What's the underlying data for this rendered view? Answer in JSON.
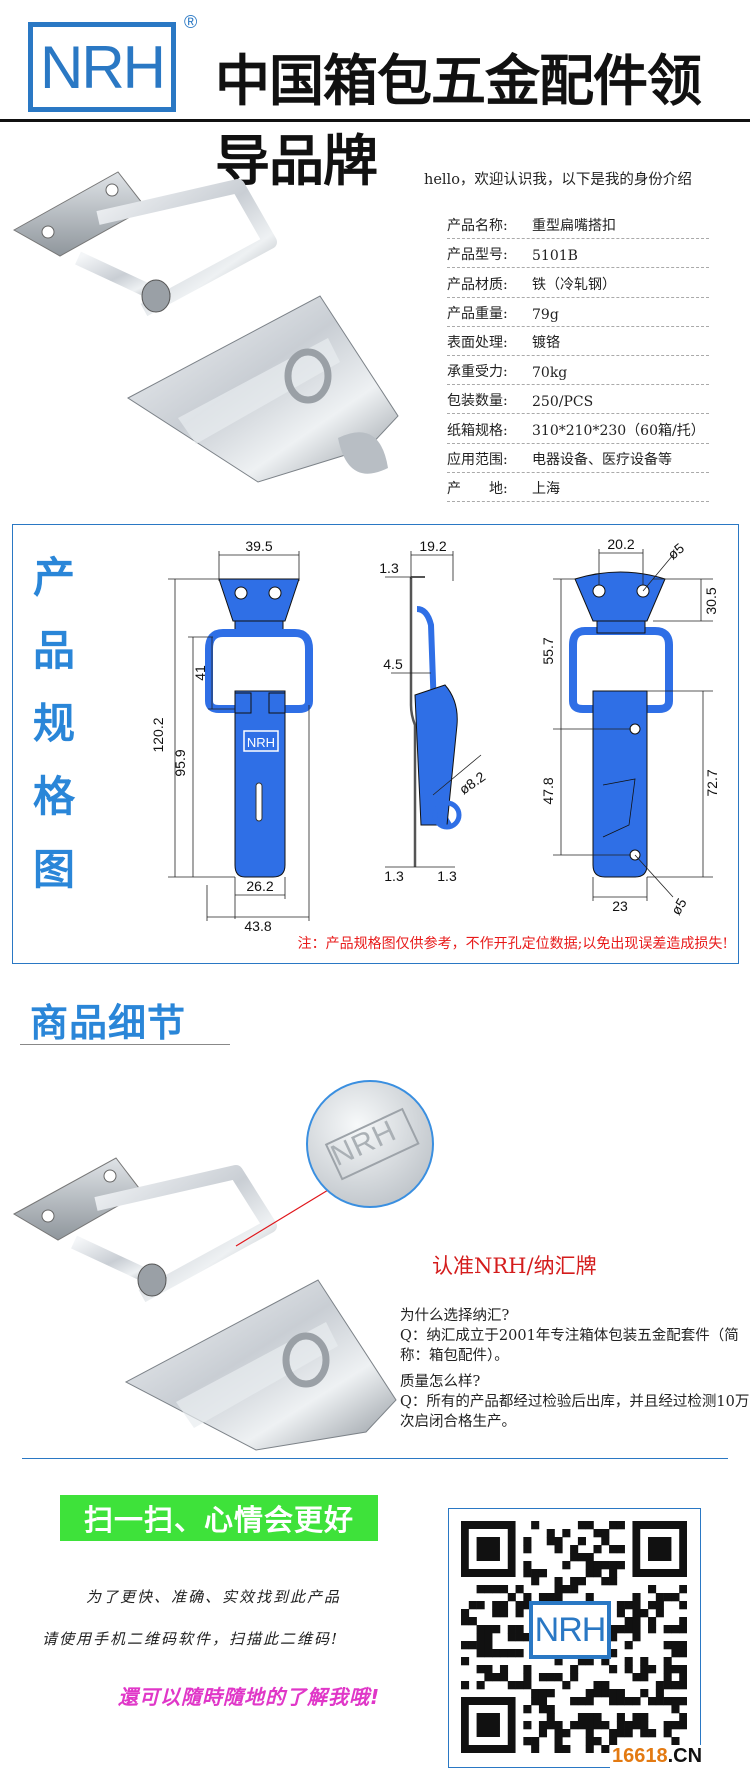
{
  "header": {
    "logo_text": "NRH",
    "registered_mark": "®",
    "slogan": "中国箱包五金配件领导品牌",
    "brand_color": "#2a78c4"
  },
  "intro": "hello，欢迎认识我，以下是我的身份介绍",
  "specs": [
    {
      "label": "产品名称:",
      "value": "重型扁嘴搭扣"
    },
    {
      "label": "产品型号:",
      "value": "5101B"
    },
    {
      "label": "产品材质:",
      "value": "铁（冷轧钢）"
    },
    {
      "label": "产品重量:",
      "value": "79g"
    },
    {
      "label": "表面处理:",
      "value": "镀铬"
    },
    {
      "label": "承重受力:",
      "value": "70kg"
    },
    {
      "label": "包装数量:",
      "value": "250/PCS"
    },
    {
      "label": "纸箱规格:",
      "value": "310*210*230（60箱/托）"
    },
    {
      "label": "应用范围:",
      "value": "电器设备、医疗设备等"
    },
    {
      "label": "产　　地:",
      "value": "上海"
    }
  ],
  "spec_drawing": {
    "title_chars": [
      "产",
      "品",
      "规",
      "格",
      "图"
    ],
    "front_dims": {
      "top_width": "39.5",
      "total_height": "120.2",
      "height2": "95.9",
      "height3": "41",
      "bottom_width": "26.2",
      "total_width": "43.8",
      "plate_label": "NRH"
    },
    "side_dims": {
      "top": "19.2",
      "thickness_top": "1.3",
      "offset": "4.5",
      "hole": "ø8.2",
      "bottom_left": "1.3",
      "bottom_right": "1.3"
    },
    "back_dims": {
      "top_width": "20.2",
      "hole_top": "ø5",
      "height_top": "30.5",
      "height_mid": "55.7",
      "height_low": "47.8",
      "height_right": "72.7",
      "bottom_width": "23",
      "hole_bottom": "ø5"
    },
    "note": "注：产品规格图仅供参考，不作开孔定位数据;以免出现误差造成损失!"
  },
  "details": {
    "title": "商品细节",
    "embossed": "NRH",
    "brand_line": "认准NRH/纳汇牌",
    "qa": [
      "为什么选择纳汇?",
      "Q：纳汇成立于2001年专注箱体包装五金配套件（简称：箱包配件）。",
      "质量怎么样?",
      "Q：所有的产品都经过检验后出库，并且经过检测10万次启闭合格生产。"
    ]
  },
  "scan": {
    "banner": "扫一扫、心情会更好",
    "line1": "为了更快、准确、实效找到此产品",
    "line2": "请使用手机二维码软件，扫描此二维码!",
    "line3": "還可以隨時隨地的了解我哦!",
    "qr_logo": "NRH",
    "site_prefix": "16618",
    "site_suffix": ".CN"
  }
}
